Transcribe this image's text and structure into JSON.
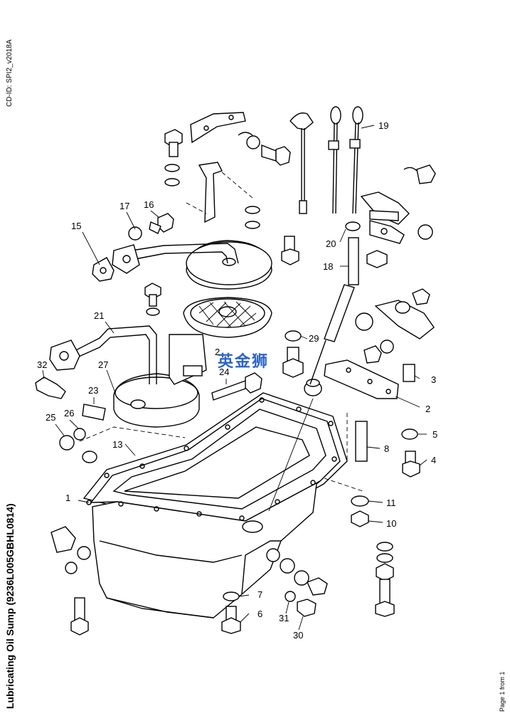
{
  "doc": {
    "cd_id": "CD-ID: SPI2_v2018A",
    "title": "Lubricating Oil Sump (9236L005GBHL0814)",
    "page": "Page 1 from 1",
    "watermark": "英金狮"
  },
  "callouts": {
    "c1": "1",
    "c2": "2",
    "c2b": "2",
    "c3": "3",
    "c4": "4",
    "c5": "5",
    "c6": "6",
    "c7": "7",
    "c8": "8",
    "c10": "10",
    "c11": "11",
    "c13": "13",
    "c15": "15",
    "c16": "16",
    "c17": "17",
    "c18": "18",
    "c19": "19",
    "c20": "20",
    "c21": "21",
    "c23": "23",
    "c24": "24",
    "c25": "25",
    "c26": "26",
    "c27": "27",
    "c29": "29",
    "c30": "30",
    "c31": "31",
    "c32": "32"
  }
}
